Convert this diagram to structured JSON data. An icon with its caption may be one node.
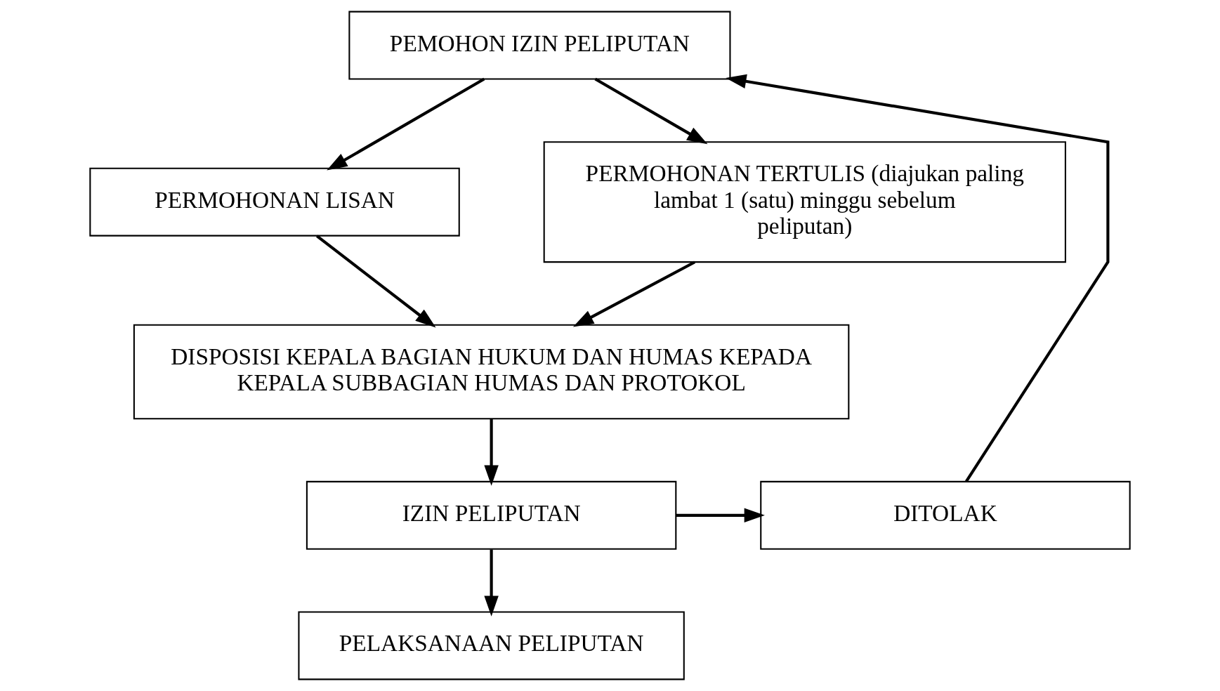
{
  "diagram": {
    "nodes": [
      {
        "text": [
          "PEMOHON IZIN PELIPUTAN"
        ]
      },
      {
        "text": [
          "PERMOHONAN LISAN"
        ]
      },
      {
        "text": [
          "PERMOHONAN TERTULIS (diajukan paling lambat 1 (satu) minggu sebelum peliputan)"
        ]
      },
      {
        "text": [
          "DISPOSISI KEPALA BAGIAN HUKUM DAN HUMAS KEPADA KEPALA SUBBAGIAN HUMAS DAN PROTOKOL"
        ]
      },
      {
        "text": [
          "DITOLAK"
        ]
      },
      {
        "text": [
          "IZIN PELIPUTAN"
        ]
      },
      {
        "text": [
          "PELAKSANAAN PELIPUTAN"
        ]
      }
    ],
    "edges": [
      {
        "from": 0,
        "to": 1,
        "arrow": "to"
      },
      {
        "from": 0,
        "to": 2,
        "arrow": "to"
      },
      {
        "from": 1,
        "to": 3,
        "arrow": "to"
      },
      {
        "from": 2,
        "to": 3,
        "arrow": "to"
      },
      {
        "from": 3,
        "to": 5,
        "arrow": "to"
      },
      {
        "from": 5,
        "to": 4,
        "arrow": "to"
      },
      {
        "from": 5,
        "to": 6,
        "arrow": "to"
      },
      {
        "from": 4,
        "to": 0,
        "arrow": "to"
      }
    ]
  }
}
